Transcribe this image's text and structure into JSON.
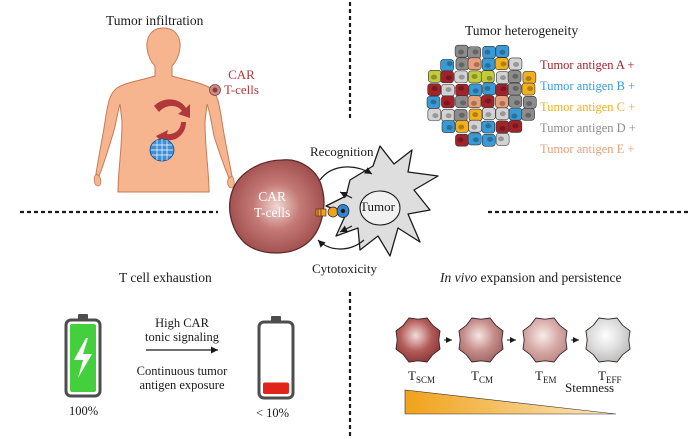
{
  "panels": {
    "top_left": {
      "title": "Tumor infiltration",
      "car_label_line1": "CAR",
      "car_label_line2": "T-cells"
    },
    "top_right": {
      "title": "Tumor heterogeneity",
      "legend": [
        {
          "label": "Tumor antigen A +",
          "color": "#a3232a"
        },
        {
          "label": "Tumor antigen B +",
          "color": "#3a9ad6"
        },
        {
          "label": "Tumor antigen C +",
          "color": "#f2b01e"
        },
        {
          "label": "Tumor antigen D +",
          "color": "#8c8c8c"
        },
        {
          "label": "Tumor antigen E +",
          "color": "#e8a07a"
        }
      ]
    },
    "center": {
      "car_line1": "CAR",
      "car_line2": "T-cells",
      "tumor": "Tumor",
      "recognition": "Recognition",
      "cytotoxicity": "Cytotoxicity"
    },
    "bottom_left": {
      "title": "T cell exhaustion",
      "signal_line1": "High CAR",
      "signal_line2": "tonic signaling",
      "exposure_line1": "Continuous tumor",
      "exposure_line2": "antigen exposure",
      "full_battery": "100%",
      "low_battery": "< 10%",
      "full_level": 100,
      "low_level": 10
    },
    "bottom_right": {
      "title_italic": "In vivo",
      "title_rest": " expansion and persistence",
      "cells": [
        {
          "base": "T",
          "sub": "SCM"
        },
        {
          "base": "T",
          "sub": "CM"
        },
        {
          "base": "T",
          "sub": "EM"
        },
        {
          "base": "T",
          "sub": "EFF"
        }
      ],
      "stemness": "Stemness"
    }
  },
  "colors": {
    "skin": "#f6b48f",
    "car_cell": "#b3605f",
    "tumor_cell": "#dcdcdc",
    "battery_green": "#43d03c",
    "battery_red": "#e2231a",
    "gradient_orange": "#f3a51c"
  }
}
